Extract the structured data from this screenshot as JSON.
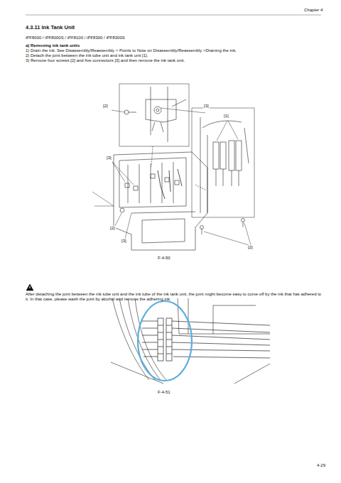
{
  "diagram": {
    "title": "4.3.11 Ink Tank Unit",
    "labels": [
      "Chapter 4",
      "iPF8000 / iPF8000S / iPF8100 / iPF8300 / iPF8300S",
      "a) Removing ink tank units",
      "1) Drain the ink. See Disassembly/Reassembly > Points to Note on Disassembly/Reassembly >Draining the ink.",
      "2) Detach the joint between the ink tube unit and ink tank unit [1].",
      "3) Remove four screws [2] and five connectors [3] and then remove the ink tank unit.",
      "[2]",
      "[3]",
      "[1]",
      "[3]",
      "[2]",
      "[3]",
      "[2]",
      "F-4-50",
      "After detaching the joint between the ink tube unit and the ink tube of the ink tank unit, the joint might become easy to come off by the ink that has adhered to it. In that case, please wash the joint by alcohol and remove the adhering ink.",
      "F-4-51",
      "4-29"
    ]
  }
}
